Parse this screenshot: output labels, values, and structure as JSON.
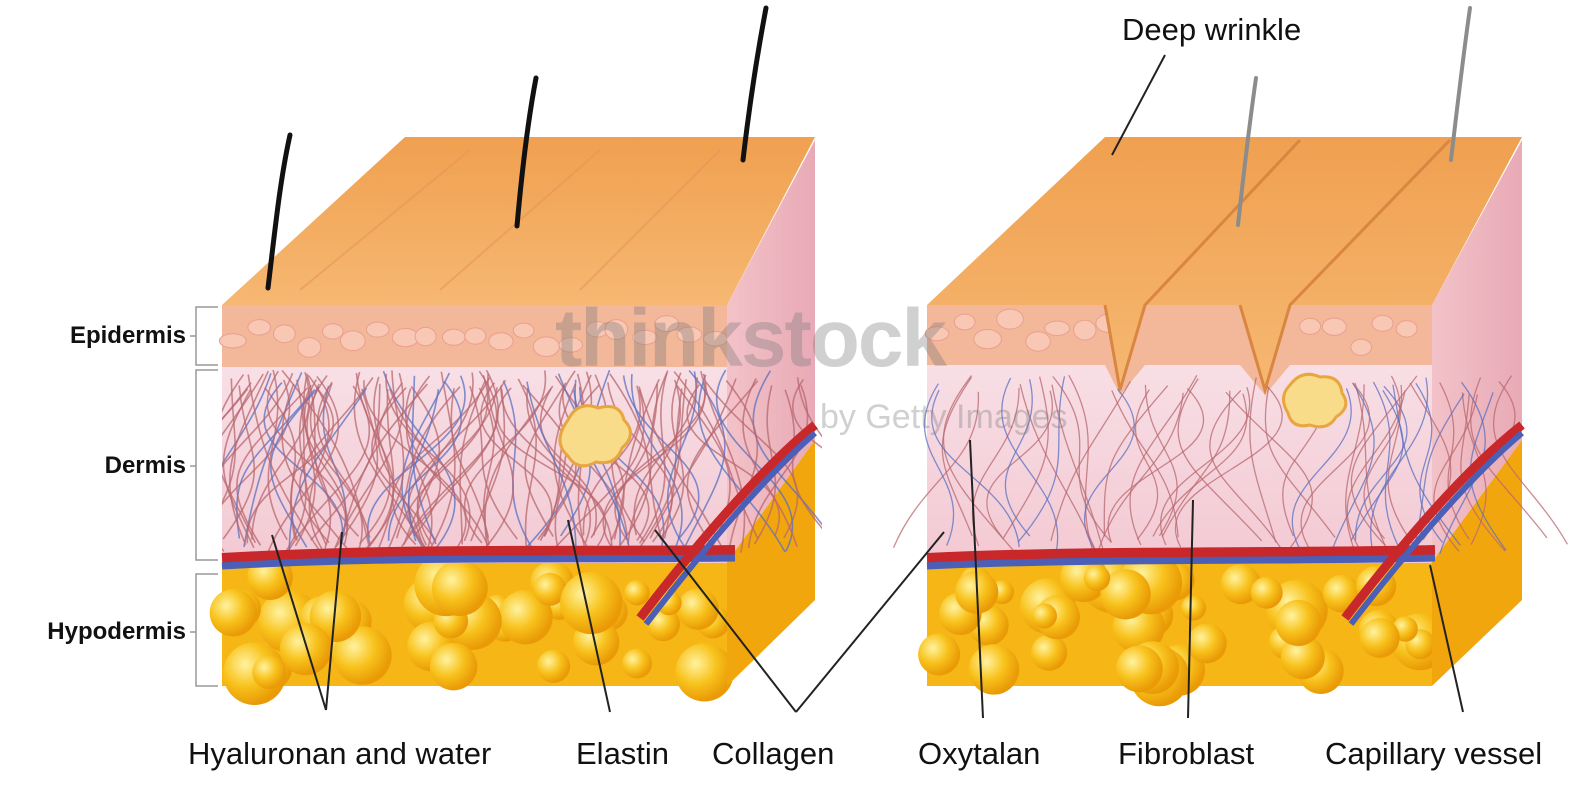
{
  "layer_labels": {
    "epidermis": "Epidermis",
    "dermis": "Dermis",
    "hypodermis": "Hypodermis"
  },
  "callouts": {
    "deep_wrinkle": "Deep wrinkle",
    "hyaluronan": "Hyaluronan and water",
    "elastin": "Elastin",
    "collagen": "Collagen",
    "oxytalan": "Oxytalan",
    "fibroblast": "Fibroblast",
    "capillary": "Capillary vessel"
  },
  "watermark": {
    "brand": "thinkstock",
    "byline": "by Getty Images"
  },
  "colors": {
    "skin_top": "#f2a55c",
    "epidermis": "#f3b79a",
    "dermis": "#f6d6dc",
    "fibers": "#b8676e",
    "fat": "#f6b616",
    "artery": "#c8282a",
    "vein": "#4a5fb5"
  }
}
